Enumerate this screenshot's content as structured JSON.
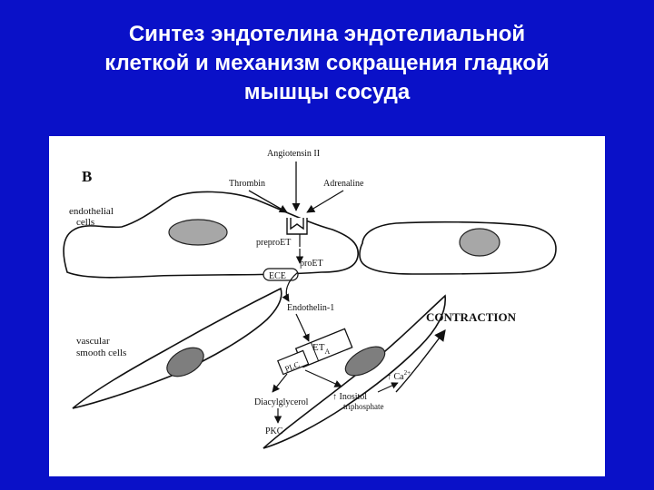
{
  "slide": {
    "title_lines": [
      "Синтез эндотелина эндотелиальной",
      "клеткой и механизм сокращения гладкой",
      "мышцы сосуда"
    ],
    "background_color": "#0a11c8",
    "title_color": "#ffffff"
  },
  "diagram": {
    "panel_letter": "B",
    "endothelial_label_1": "endothelial",
    "endothelial_label_2": "cells",
    "smooth_label_1": "vascular",
    "smooth_label_2": "smooth cells",
    "angiotensin": "Angiotensin II",
    "thrombin": "Thrombin",
    "adrenaline": "Adrenaline",
    "preproet": "preproET",
    "proet": "proET",
    "ece": "ECE",
    "endothelin": "Endothelin-1",
    "receptor": "ET",
    "receptor_sub": "A",
    "plc": "PLC",
    "contraction": "CONTRACTION",
    "calcium": "↑ Ca",
    "calcium_sup": "2+",
    "dag": "Diacylglycerol",
    "ip3_line1": "↑ Inositol",
    "ip3_line2": "triphosphate",
    "pkc": "PKC"
  }
}
